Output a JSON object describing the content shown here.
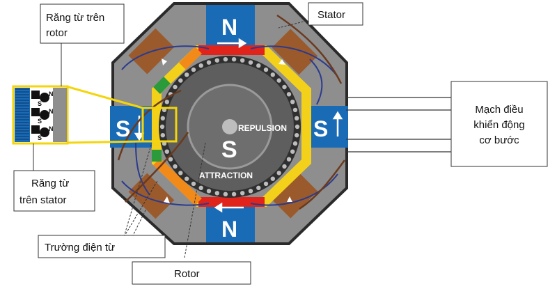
{
  "labels": {
    "rotor_teeth": [
      "Răng từ trên",
      "rotor"
    ],
    "stator": "Stator",
    "stator_teeth": [
      "Răng từ",
      "trên stator"
    ],
    "em_field": "Trường điện từ",
    "rotor": "Rotor",
    "driver_circuit": [
      "Mạch điều",
      "khiển động",
      "cơ bước"
    ]
  },
  "poles": {
    "top": "N",
    "bottom": "N",
    "left": "S",
    "right": "S",
    "center": "S"
  },
  "zoom_poles": [
    "S",
    "S",
    "S"
  ],
  "zoom_poles_n": [
    "N",
    "N",
    "N"
  ],
  "rotor_text": {
    "repulsion": "REPULSION",
    "attraction": "ATTRACTION"
  },
  "colors": {
    "stator_body": "#8e8e8e",
    "stator_outline": "#2a2a2a",
    "pole_blue": "#1a6bb5",
    "coil_brown": "#9a5a2c",
    "wire_brown": "#6b3a1e",
    "field_line": "#2a3b8f",
    "rotor_dark": "#3a3a3a",
    "rotor_mid": "#6e6e6e",
    "callout_yellow": "#f4d50a",
    "ring_red": "#e0241b",
    "ring_orange": "#f28a1a",
    "ring_yellow": "#f3d11a",
    "ring_green": "#2a9a3a"
  }
}
